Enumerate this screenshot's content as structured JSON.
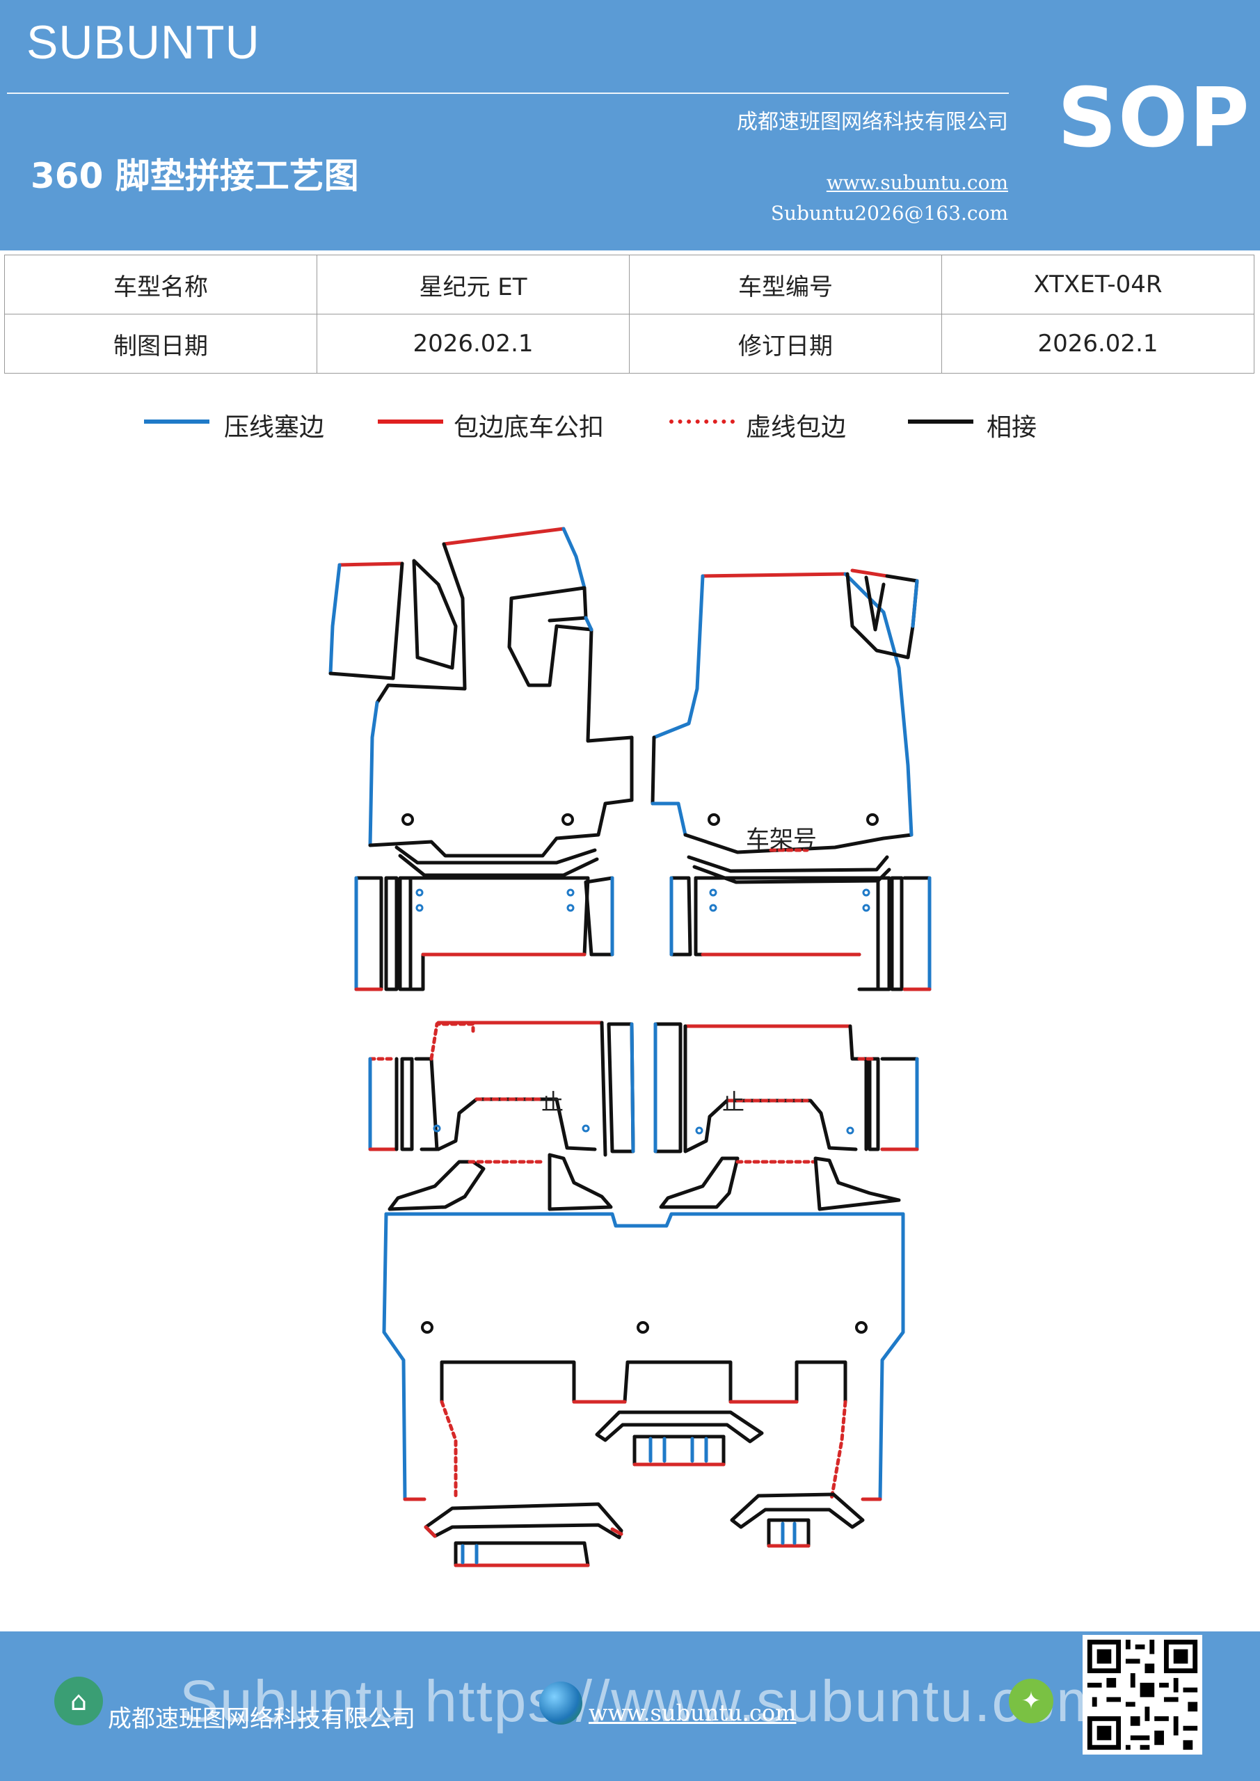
{
  "header": {
    "brand": "SUBUNTU",
    "title": "360 脚垫拼接工艺图",
    "company": "成都速班图网络科技有限公司",
    "website": "www.subuntu.com",
    "email": "Subuntu2026@163.com",
    "badge": "SOP"
  },
  "info": {
    "row1": [
      "车型名称",
      "星纪元  ET",
      "车型编号",
      "XTXET-04R"
    ],
    "row2": [
      "制图日期",
      "2026.02.1",
      "修订日期",
      "2026.02.1"
    ]
  },
  "legend": [
    {
      "label": "压线塞边",
      "color": "#1f7ac8",
      "style": "solid"
    },
    {
      "label": "包边底车公扣",
      "color": "#e02020",
      "style": "solid"
    },
    {
      "label": "虚线包边",
      "color": "#e02020",
      "style": "dotted"
    },
    {
      "label": "相接",
      "color": "#111111",
      "style": "solid"
    }
  ],
  "diagram": {
    "frame_label": "车架号",
    "stop_mark": "止"
  },
  "footer": {
    "company": "成都速班图网络科技有限公司",
    "url_overlay": "Subuntu https://www.subuntu.com",
    "website": "www.subuntu.com"
  },
  "colors": {
    "header_bg": "#5b9bd5",
    "blue_edge": "#1f7ac8",
    "red_edge": "#d62828",
    "black_join": "#111111"
  }
}
